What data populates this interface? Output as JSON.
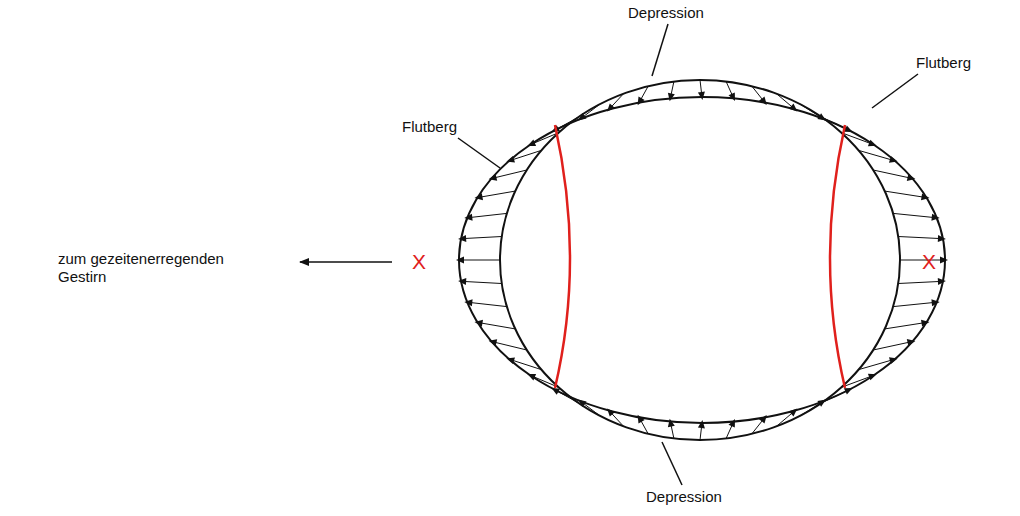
{
  "diagram": {
    "labels": [
      "Depression",
      "Flutberg",
      "Flutberg",
      "zum gezeitenerregenden Gestirn",
      "X",
      "X",
      "Depression"
    ]
  }
}
